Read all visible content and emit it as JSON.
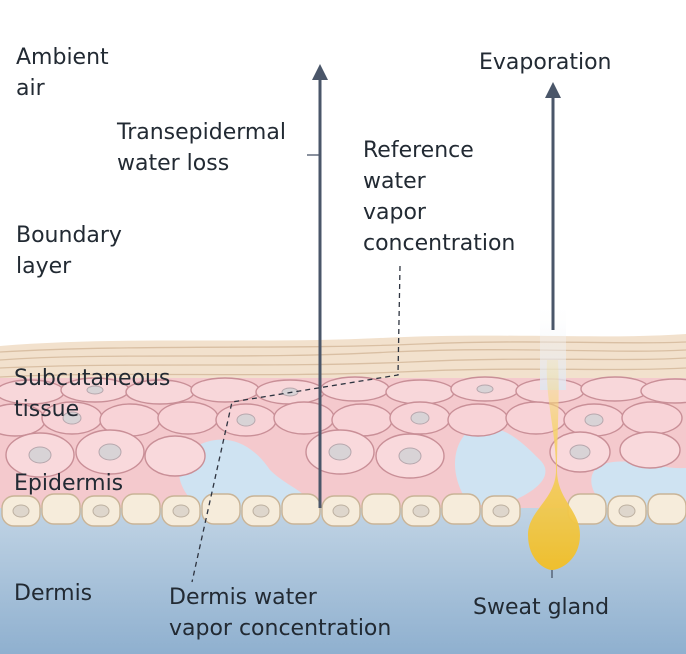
{
  "labels": {
    "ambient_air": "Ambient\nair",
    "boundary_layer": "Boundary\nlayer",
    "subcutaneous_tissue": "Subcutaneous\ntissue",
    "epidermis": "Epidermis",
    "dermis": "Dermis",
    "transepidermal_water_loss": "Transepidermal\nwater loss",
    "reference_water_vapor_concentration": "Reference\nwater\nvapor\nconcentration",
    "evaporation": "Evaporation",
    "dermis_water_vapor_concentration": "Dermis water\nvapor concentration",
    "sweat_gland": "Sweat gland"
  },
  "colors": {
    "arrow": "#4a5669",
    "skin_pink": "#f7d3d6",
    "cell_outline": "#c98f97",
    "interstitial_blue": "#cfe3f2",
    "dermis_blue": "#9dbbd6",
    "basal_cream": "#f5ead8",
    "stratum_corneum": "#f0dcc6",
    "sweat_yellow": "#f3c93f"
  }
}
